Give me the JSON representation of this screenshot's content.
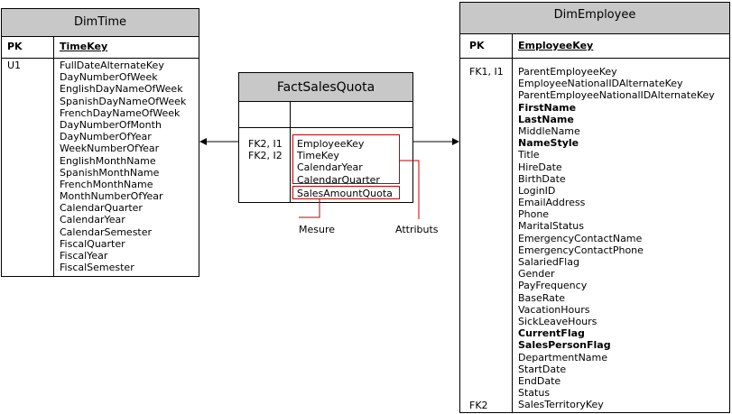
{
  "dimtime": {
    "title": "DimTime",
    "pk_label": "PK",
    "pk_field": "TimeKey",
    "key_labels": [
      "U1"
    ],
    "fields": [
      "FullDateAlternateKey",
      "DayNumberOfWeek",
      "EnglishDayNameOfWeek",
      "SpanishDayNameOfWeek",
      "FrenchDayNameOfWeek",
      "DayNumberOfMonth",
      "DayNumberOfYear",
      "WeekNumberOfYear",
      "EnglishMonthName",
      "SpanishMonthName",
      "FrenchMonthName",
      "MonthNumberOfYear",
      "CalendarQuarter",
      "CalendarYear",
      "CalendarSemester",
      "FiscalQuarter",
      "FiscalYear",
      "FiscalSemester"
    ]
  },
  "fact": {
    "title": "FactSalesQuota",
    "key_labels": [
      "FK2, I1",
      "FK2, I2"
    ],
    "fields": [
      "EmployeeKey",
      "TimeKey",
      "CalendarYear",
      "CalendarQuarter"
    ],
    "measure_field": "SalesAmountQuota"
  },
  "annotations": {
    "measure": "Mesure",
    "attributes": "Attributs"
  },
  "dimemployee": {
    "title": "DimEmployee",
    "pk_label": "PK",
    "pk_field": "EmployeeKey",
    "fk_first": "FK1, I1",
    "fk_last": "FK2",
    "fields": [
      {
        "name": "ParentEmployeeKey",
        "bold": false
      },
      {
        "name": "EmployeeNationalIDAlternateKey",
        "bold": false
      },
      {
        "name": "ParentEmployeeNationalIDAlternateKey",
        "bold": false
      },
      {
        "name": "FirstName",
        "bold": true
      },
      {
        "name": "LastName",
        "bold": true
      },
      {
        "name": "MiddleName",
        "bold": false
      },
      {
        "name": "NameStyle",
        "bold": true
      },
      {
        "name": "Title",
        "bold": false
      },
      {
        "name": "HireDate",
        "bold": false
      },
      {
        "name": "BirthDate",
        "bold": false
      },
      {
        "name": "LoginID",
        "bold": false
      },
      {
        "name": "EmailAddress",
        "bold": false
      },
      {
        "name": "Phone",
        "bold": false
      },
      {
        "name": "MaritalStatus",
        "bold": false
      },
      {
        "name": "EmergencyContactName",
        "bold": false
      },
      {
        "name": "EmergencyContactPhone",
        "bold": false
      },
      {
        "name": "SalariedFlag",
        "bold": false
      },
      {
        "name": "Gender",
        "bold": false
      },
      {
        "name": "PayFrequency",
        "bold": false
      },
      {
        "name": "BaseRate",
        "bold": false
      },
      {
        "name": "VacationHours",
        "bold": false
      },
      {
        "name": "SickLeaveHours",
        "bold": false
      },
      {
        "name": "CurrentFlag",
        "bold": true
      },
      {
        "name": "SalesPersonFlag",
        "bold": true
      },
      {
        "name": "DepartmentName",
        "bold": false
      },
      {
        "name": "StartDate",
        "bold": false
      },
      {
        "name": "EndDate",
        "bold": false
      },
      {
        "name": "Status",
        "bold": false
      },
      {
        "name": "SalesTerritoryKey",
        "bold": false
      }
    ]
  },
  "colors": {
    "header_bg": "#c8c8c8",
    "highlight": "#c00000"
  }
}
